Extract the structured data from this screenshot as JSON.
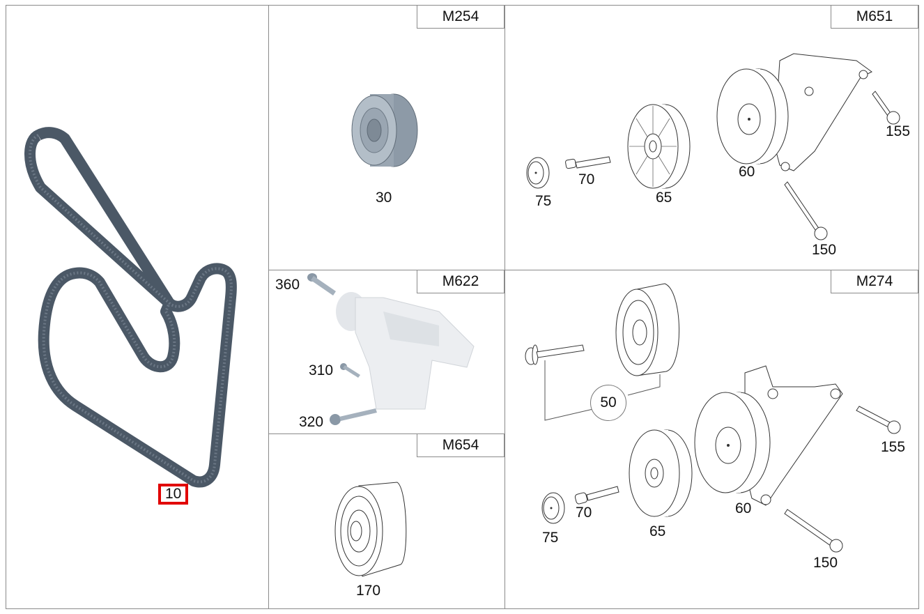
{
  "diagram": {
    "type": "parts-exploded-view",
    "subject": "Poly-V belt drive: belt, idler pulleys, tensioners by engine variant",
    "highlight_color": "#e10000",
    "panels": [
      {
        "id": "belt",
        "engine": null,
        "callouts": [
          {
            "number": "10",
            "part": "poly-v-belt",
            "highlighted": true
          }
        ]
      },
      {
        "id": "m254",
        "engine": "M254",
        "callouts": [
          {
            "number": "30",
            "part": "idler-pulley"
          }
        ]
      },
      {
        "id": "m651",
        "engine": "M651",
        "callouts": [
          {
            "number": "75",
            "part": "dust-cap"
          },
          {
            "number": "70",
            "part": "bolt"
          },
          {
            "number": "65",
            "part": "pulley"
          },
          {
            "number": "60",
            "part": "tensioner"
          },
          {
            "number": "155",
            "part": "bolt"
          },
          {
            "number": "150",
            "part": "bolt"
          }
        ]
      },
      {
        "id": "m622",
        "engine": "M622",
        "callouts": [
          {
            "number": "360",
            "part": "bolt"
          },
          {
            "number": "310",
            "part": "bolt"
          },
          {
            "number": "320",
            "part": "bolt"
          }
        ]
      },
      {
        "id": "m274",
        "engine": "M274",
        "callouts": [
          {
            "number": "50",
            "part": "idler-pulley-with-bolt"
          },
          {
            "number": "75",
            "part": "dust-cap"
          },
          {
            "number": "70",
            "part": "bolt"
          },
          {
            "number": "65",
            "part": "pulley"
          },
          {
            "number": "60",
            "part": "tensioner"
          },
          {
            "number": "155",
            "part": "bolt"
          },
          {
            "number": "150",
            "part": "bolt"
          }
        ]
      },
      {
        "id": "m654",
        "engine": "M654",
        "callouts": [
          {
            "number": "170",
            "part": "idler-pulley"
          }
        ]
      }
    ]
  },
  "labels": {
    "m254": "M254",
    "m651": "M651",
    "m622": "M622",
    "m274": "M274",
    "m654": "M654",
    "belt_10": "10",
    "m254_30": "30",
    "m651_75": "75",
    "m651_70": "70",
    "m651_65": "65",
    "m651_60": "60",
    "m651_155": "155",
    "m651_150": "150",
    "m622_360": "360",
    "m622_310": "310",
    "m622_320": "320",
    "m274_50": "50",
    "m274_75": "75",
    "m274_70": "70",
    "m274_65": "65",
    "m274_60": "60",
    "m274_155": "155",
    "m274_150": "150",
    "m654_170": "170"
  }
}
